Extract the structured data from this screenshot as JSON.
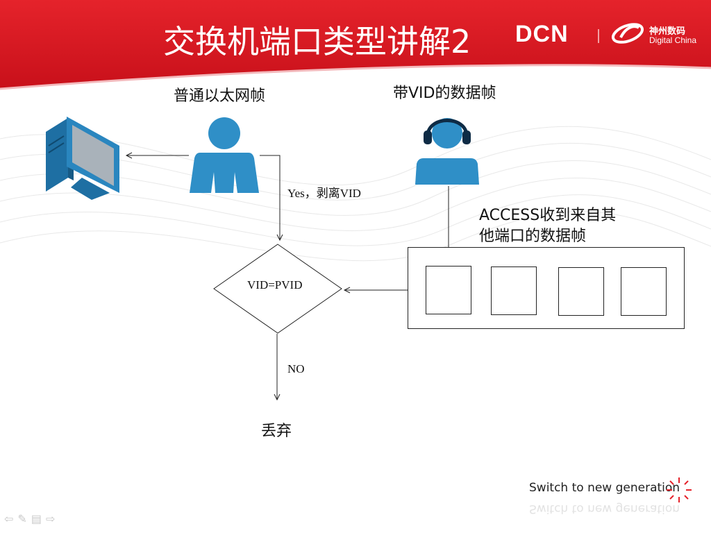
{
  "slide": {
    "title": "交换机端口类型讲解2",
    "brand": {
      "dcn": "DCN",
      "cn_name": "神州数码",
      "en_name": "Digital China"
    },
    "tagline": "Switch to new generation"
  },
  "diagram": {
    "left_frame_label": "普通以太网帧",
    "right_frame_label": "带VID的数据帧",
    "access_label_line1": "ACCESS收到来自其",
    "access_label_line2": "他端口的数据帧",
    "yes_label": "Yes，剥离VID",
    "decision_text": "VID=PVID",
    "no_label": "NO",
    "discard_label": "丢弃"
  },
  "colors": {
    "brand_red": "#d9161f",
    "person_blue": "#2f8fc7",
    "monitor_blue": "#1e6fa3"
  },
  "icons": [
    "computer-icon",
    "person-icon",
    "headset-person-icon",
    "sparkle-icon",
    "prev-nav-icon",
    "pen-icon",
    "menu-icon",
    "next-nav-icon"
  ]
}
